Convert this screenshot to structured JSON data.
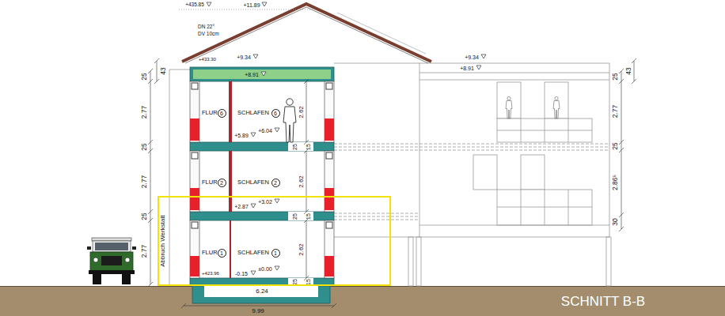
{
  "diagram": {
    "title": "SCHNITT B-B",
    "nodes": [
      {
        "text": [
          "6"
        ]
      },
      {
        "text": [
          "6"
        ]
      },
      {
        "text": [
          "2"
        ]
      },
      {
        "text": [
          "2"
        ]
      },
      {
        "text": [
          "Abbruch Werkstatt"
        ]
      },
      {
        "text": [
          "1"
        ],
        "in": 4
      },
      {
        "text": [
          "1"
        ],
        "in": 4
      }
    ],
    "labels": [
      "+435.85",
      "+11.89",
      "DN 22°",
      "DV 10cm",
      "+433.30",
      "+9.34",
      "+8.91",
      "+9.34",
      "+8.91",
      "43",
      "25",
      "2.77",
      "25",
      "2.77",
      "25",
      "2.77",
      "FLUR",
      "SCHLAFEN",
      "2.62",
      "+5.89",
      "+6.04",
      "25",
      "15",
      "FLUR",
      "SCHLAFEN",
      "2.62",
      "+2.87",
      "+3.02",
      "25",
      "15",
      "FLUR",
      "SCHLAFEN",
      "2.62",
      "+423.96",
      "-0.15",
      "±0.00",
      "25",
      "15",
      "6.24",
      "9.99",
      "43",
      "25",
      "2.77",
      "25",
      "2.86⁵",
      "30"
    ]
  }
}
